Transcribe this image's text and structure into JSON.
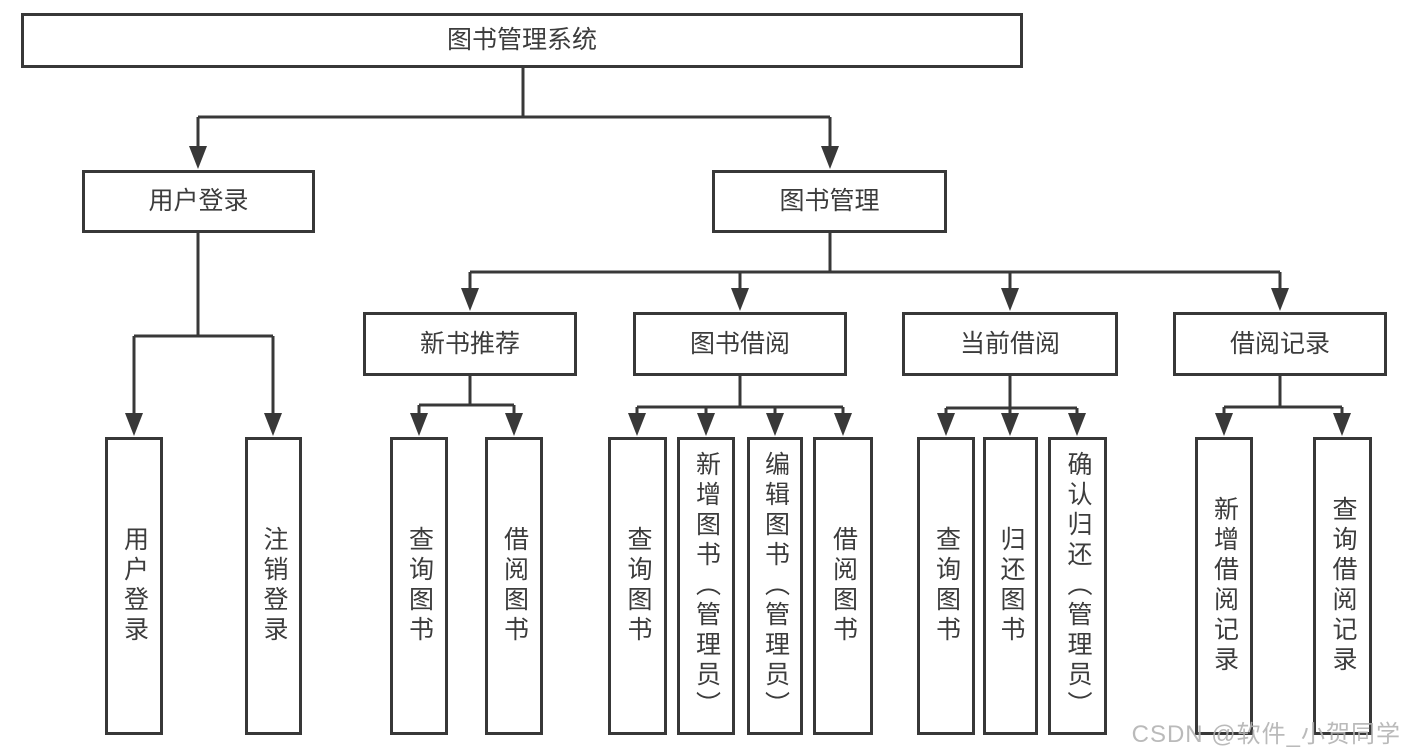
{
  "tree": {
    "root": {
      "label": "图书管理系统"
    },
    "branches": [
      {
        "label": "用户登录",
        "children": [
          {
            "label": "用户登录"
          },
          {
            "label": "注销登录"
          }
        ]
      },
      {
        "label": "图书管理",
        "children": [
          {
            "label": "新书推荐",
            "children": [
              {
                "label": "查询图书"
              },
              {
                "label": "借阅图书"
              }
            ]
          },
          {
            "label": "图书借阅",
            "children": [
              {
                "label": "查询图书"
              },
              {
                "label": "新增图书（管理员）"
              },
              {
                "label": "编辑图书（管理员）"
              },
              {
                "label": "借阅图书"
              }
            ]
          },
          {
            "label": "当前借阅",
            "children": [
              {
                "label": "查询图书"
              },
              {
                "label": "归还图书"
              },
              {
                "label": "确认归还（管理员）"
              }
            ]
          },
          {
            "label": "借阅记录",
            "children": [
              {
                "label": "新增借阅记录"
              },
              {
                "label": "查询借阅记录"
              }
            ]
          }
        ]
      }
    ]
  },
  "watermark": {
    "text": "CSDN @软件_小贺同学"
  },
  "colors": {
    "line": "#383838",
    "border": "#383838",
    "text": "#3c3c3c",
    "watermark": "#b2b2b2",
    "background": "#ffffff"
  }
}
